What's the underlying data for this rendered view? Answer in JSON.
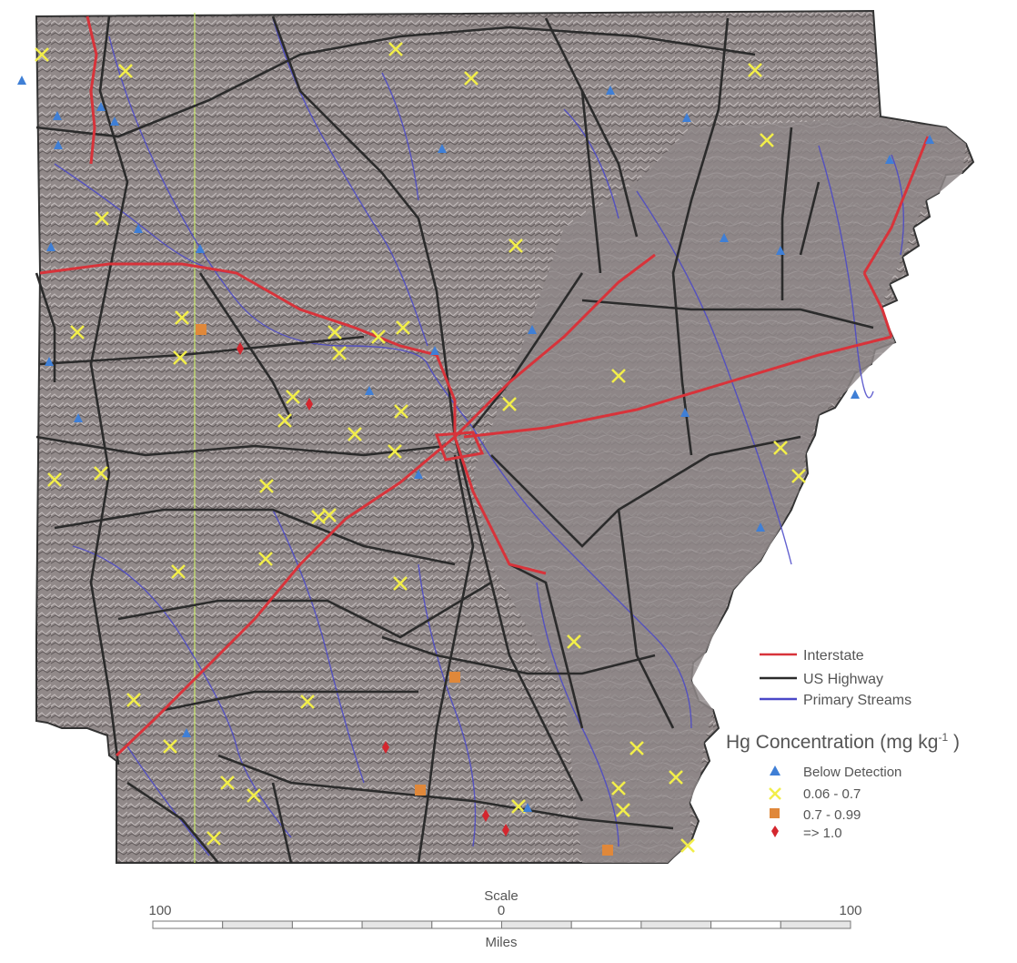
{
  "legend": {
    "lines": [
      {
        "label": "Interstate",
        "color": "#d8333a"
      },
      {
        "label": "US Highway",
        "color": "#2b2b2b"
      },
      {
        "label": "Primary Streams",
        "color": "#4a48c8"
      }
    ],
    "concentration_title": "Hg Concentration (mg kg",
    "concentration_sup": "-1",
    "concentration_close": " )",
    "classes": [
      {
        "label": "Below Detection",
        "symbol": "triangle",
        "color": "#3f7fd6"
      },
      {
        "label": "0.06 - 0.7",
        "symbol": "cross",
        "color": "#f2ee4a"
      },
      {
        "label": "0.7 - 0.99",
        "symbol": "square",
        "color": "#e0883a"
      },
      {
        "label": "=> 1.0",
        "symbol": "diamond",
        "color": "#d4262e"
      }
    ]
  },
  "scale": {
    "title": "Scale",
    "left_label": "100",
    "center_label": "0",
    "right_label": "100",
    "units": "Miles"
  },
  "colors": {
    "land": "#8f8788",
    "land_dark": "#6e6667",
    "interstate": "#d8333a",
    "highway": "#2b2b2b",
    "stream": "#4a48c8",
    "meridian": "#c8e86a"
  },
  "sites": [
    {
      "cls": "cross",
      "x": 0.0,
      "y": 0.0
    }
  ]
}
